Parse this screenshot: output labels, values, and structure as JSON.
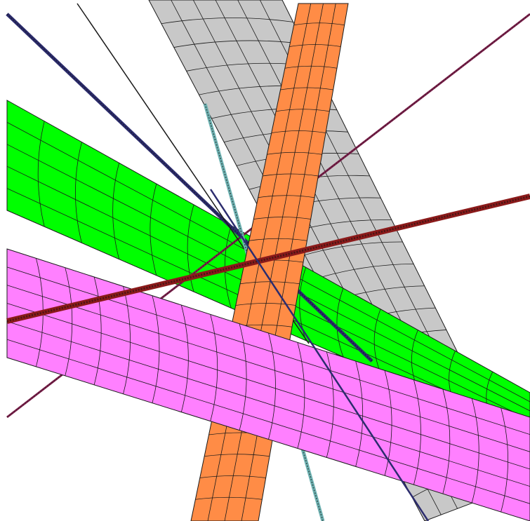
{
  "scene": {
    "background": "#ffffff",
    "mesh_line_color": "#1a1a1a",
    "objects": [
      {
        "kind": "cylinder",
        "name": "gray-cylinder",
        "color": "#c8c8c8",
        "rings": 22,
        "strips": 6
      },
      {
        "kind": "cylinder",
        "name": "green-cylinder",
        "color": "#00ff00",
        "rings": 14,
        "strips": 5
      },
      {
        "kind": "cylinder",
        "name": "orange-cylinder",
        "color": "#ff8c46",
        "rings": 24,
        "strips": 4
      },
      {
        "kind": "cylinder",
        "name": "magenta-cylinder",
        "color": "#ff80ff",
        "rings": 18,
        "strips": 6
      },
      {
        "kind": "rod",
        "name": "maroon-rod-thick",
        "color": "#8b1a1a"
      },
      {
        "kind": "rod",
        "name": "purple-rod-thin",
        "color": "#7a1f4a"
      },
      {
        "kind": "rod",
        "name": "teal-rod",
        "color": "#6fb3b3"
      },
      {
        "kind": "rod",
        "name": "navy-rod",
        "color": "#2c2c6e"
      },
      {
        "kind": "rod",
        "name": "black-line",
        "color": "#1a1a1a"
      }
    ]
  }
}
